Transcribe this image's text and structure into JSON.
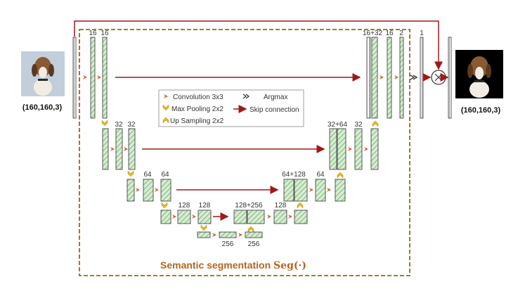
{
  "input": {
    "dims": "(160,160,3)"
  },
  "output": {
    "dims": "(160,160,3)"
  },
  "title": {
    "text": "Semantic segmentation ",
    "func": "Seg(·)"
  },
  "legend": {
    "conv": "Convolution 3x3",
    "argmax": "Argmax",
    "maxpool": "Max Pooling 2x2",
    "skip": "Skip connection",
    "upsample": "Up Sampling 2x2"
  },
  "labels": {
    "l1a": "16",
    "l1b": "16",
    "l1c": "16+32",
    "l1d": "16",
    "l1e": "2",
    "l1f": "1",
    "l2a": "32",
    "l2b": "32",
    "l2c": "32+64",
    "l2d": "32",
    "l3a": "64",
    "l3b": "64",
    "l3c": "64+128",
    "l3d": "64",
    "l4a": "128",
    "l4b": "128",
    "l4c": "128+256",
    "l4d": "128",
    "l5a": "256",
    "l5b": "256"
  },
  "colors": {
    "arrow": "#a01818",
    "block_fill": "#d6ecd2",
    "hatch": "#7fb67a",
    "dash": "#a0631a",
    "pool": "#e3b72a"
  }
}
